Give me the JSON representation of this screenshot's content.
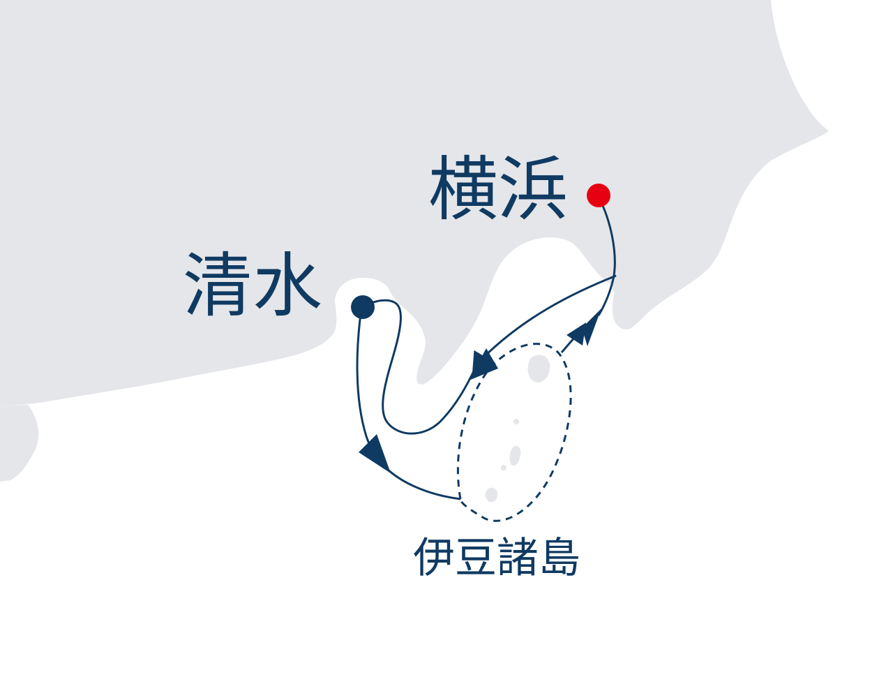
{
  "map": {
    "colors": {
      "land": "#e5e6e9",
      "sea": "#ffffff",
      "route": "#0f3a62",
      "departure_port": "#e60012",
      "port": "#0f3a62"
    },
    "labels": {
      "yokohama": "横浜",
      "shimizu": "清水",
      "izu_islands": "伊豆諸島"
    }
  }
}
